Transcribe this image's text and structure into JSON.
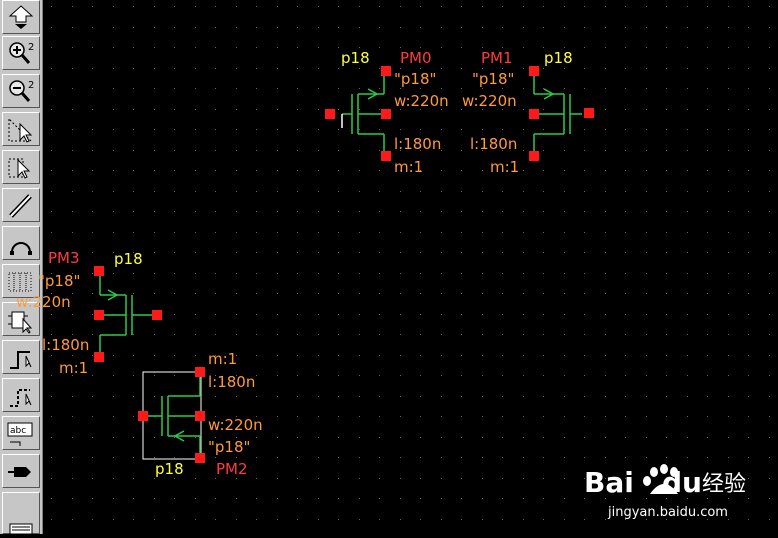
{
  "toolbar": {
    "buttons": [
      {
        "icon": "save-down-icon"
      },
      {
        "icon": "zoom-in-icon",
        "badge": "2"
      },
      {
        "icon": "zoom-out-icon",
        "badge": "2"
      },
      {
        "icon": "stretch-select-icon"
      },
      {
        "icon": "move-select-icon"
      },
      {
        "icon": "wire-tool-icon"
      },
      {
        "icon": "arc-tool-icon"
      },
      {
        "icon": "pattern-tool-icon"
      },
      {
        "icon": "instance-tool-icon"
      },
      {
        "icon": "path-tool-icon"
      },
      {
        "icon": "path-dashed-tool-icon"
      },
      {
        "icon": "label-tool-icon",
        "badge": "abc"
      },
      {
        "icon": "pin-tool-icon"
      },
      {
        "icon": "list-icon"
      }
    ]
  },
  "schematic": {
    "colors": {
      "wire": "#2ec94b",
      "pin": "#ff1a1a",
      "cell_name": "#ffff40",
      "param": "#ff9a3c",
      "inst_name": "#ff3b3b",
      "grid": "#666666",
      "selection": "#ffffff"
    },
    "instances": [
      {
        "name": "PM0",
        "cell": "p18",
        "model": "\"p18\"",
        "w": "w:220n",
        "l": "l:180n",
        "m": "m:1"
      },
      {
        "name": "PM1",
        "cell": "p18",
        "model": "\"p18\"",
        "w": "w:220n",
        "l": "l:180n",
        "m": "m:1"
      },
      {
        "name": "PM3",
        "cell": "p18",
        "model": "\"p18\"",
        "w": "w:220n",
        "l": "l:180n",
        "m": "m:1"
      },
      {
        "name": "PM2",
        "cell": "p18",
        "model": "\"p18\"",
        "w": "w:220n",
        "l": "l:180n",
        "m": "m:1"
      }
    ]
  },
  "watermark": {
    "brand_left": "Bai",
    "brand_right": "du",
    "brand_cn": "经验",
    "url": "jingyan.baidu.com"
  }
}
